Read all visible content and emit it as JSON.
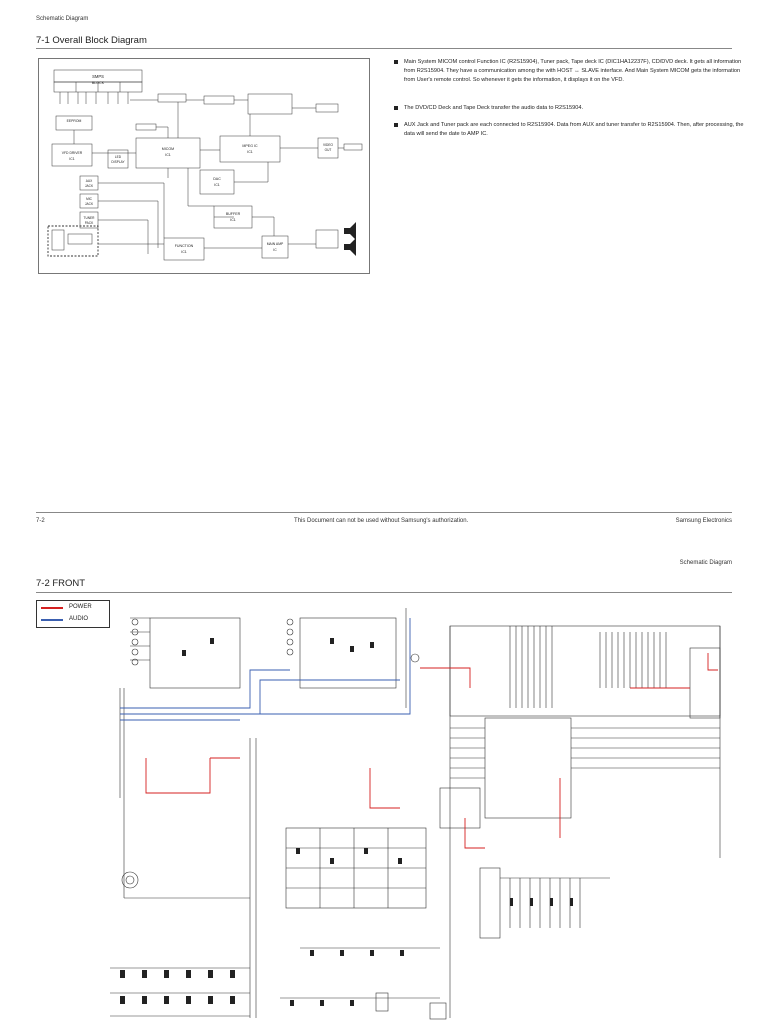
{
  "page_top": {
    "header_left": "Schematic Diagram",
    "section_title": "7-1 Overall Block Diagram",
    "notes": [
      "Main System MICOM control Function IC (R2S15904), Tuner pack, Tape deck IC (DIC1HA12237F), CD/DVD deck. It gets all information from R2S15904. They have a communication among the with HOST ↔ SLAVE interface. And Main System MICOM gets the information from User's remote control. So whenever it gets the information, it displays it on the VFD.",
      "The DVD/CD Deck and Tape Deck transfer the audio data to R2S15904.",
      "AUX Jack and Tuner pack are each connected to R2S15904. Data from AUX and tuner transfer to R2S15904. Then, after processing, the data will send the date to AMP IC."
    ],
    "footer_left": "7-2",
    "footer_center": "This Document can not be used without Samsung's authorization.",
    "footer_right": "Samsung Electronics"
  },
  "page_bottom": {
    "header_right": "Schematic Diagram",
    "section_title": "7-2 FRONT",
    "legend": [
      {
        "label": "POWER",
        "color": "#d42020"
      },
      {
        "label": "AUDIO",
        "color": "#3a5fb0"
      }
    ]
  },
  "block_diagram": {
    "smps": "SMPS\nBLOCK",
    "blocks": [
      {
        "id": "eeprom",
        "label": "EEPROM"
      },
      {
        "id": "vfd",
        "label": "VFD DRIVER\nIC1"
      },
      {
        "id": "micom",
        "label": "MICOM\nIC1"
      },
      {
        "id": "mpeg",
        "label": "MPEG IC\nIC1"
      },
      {
        "id": "led",
        "label": "LED\nDISPLAY"
      },
      {
        "id": "aux",
        "label": "AUX\nJACK"
      },
      {
        "id": "mic",
        "label": "MIC\nJACK"
      },
      {
        "id": "tuner",
        "label": "TUNER\nPACK"
      },
      {
        "id": "dac",
        "label": "DAC\nIC1"
      },
      {
        "id": "buffer",
        "label": "BUFFER\nIC1"
      },
      {
        "id": "function",
        "label": "FUNCTION\nIC1"
      },
      {
        "id": "amp",
        "label": "MAIN AMP\nIC"
      },
      {
        "id": "vout",
        "label": "VIDEO\nOUT"
      }
    ]
  }
}
